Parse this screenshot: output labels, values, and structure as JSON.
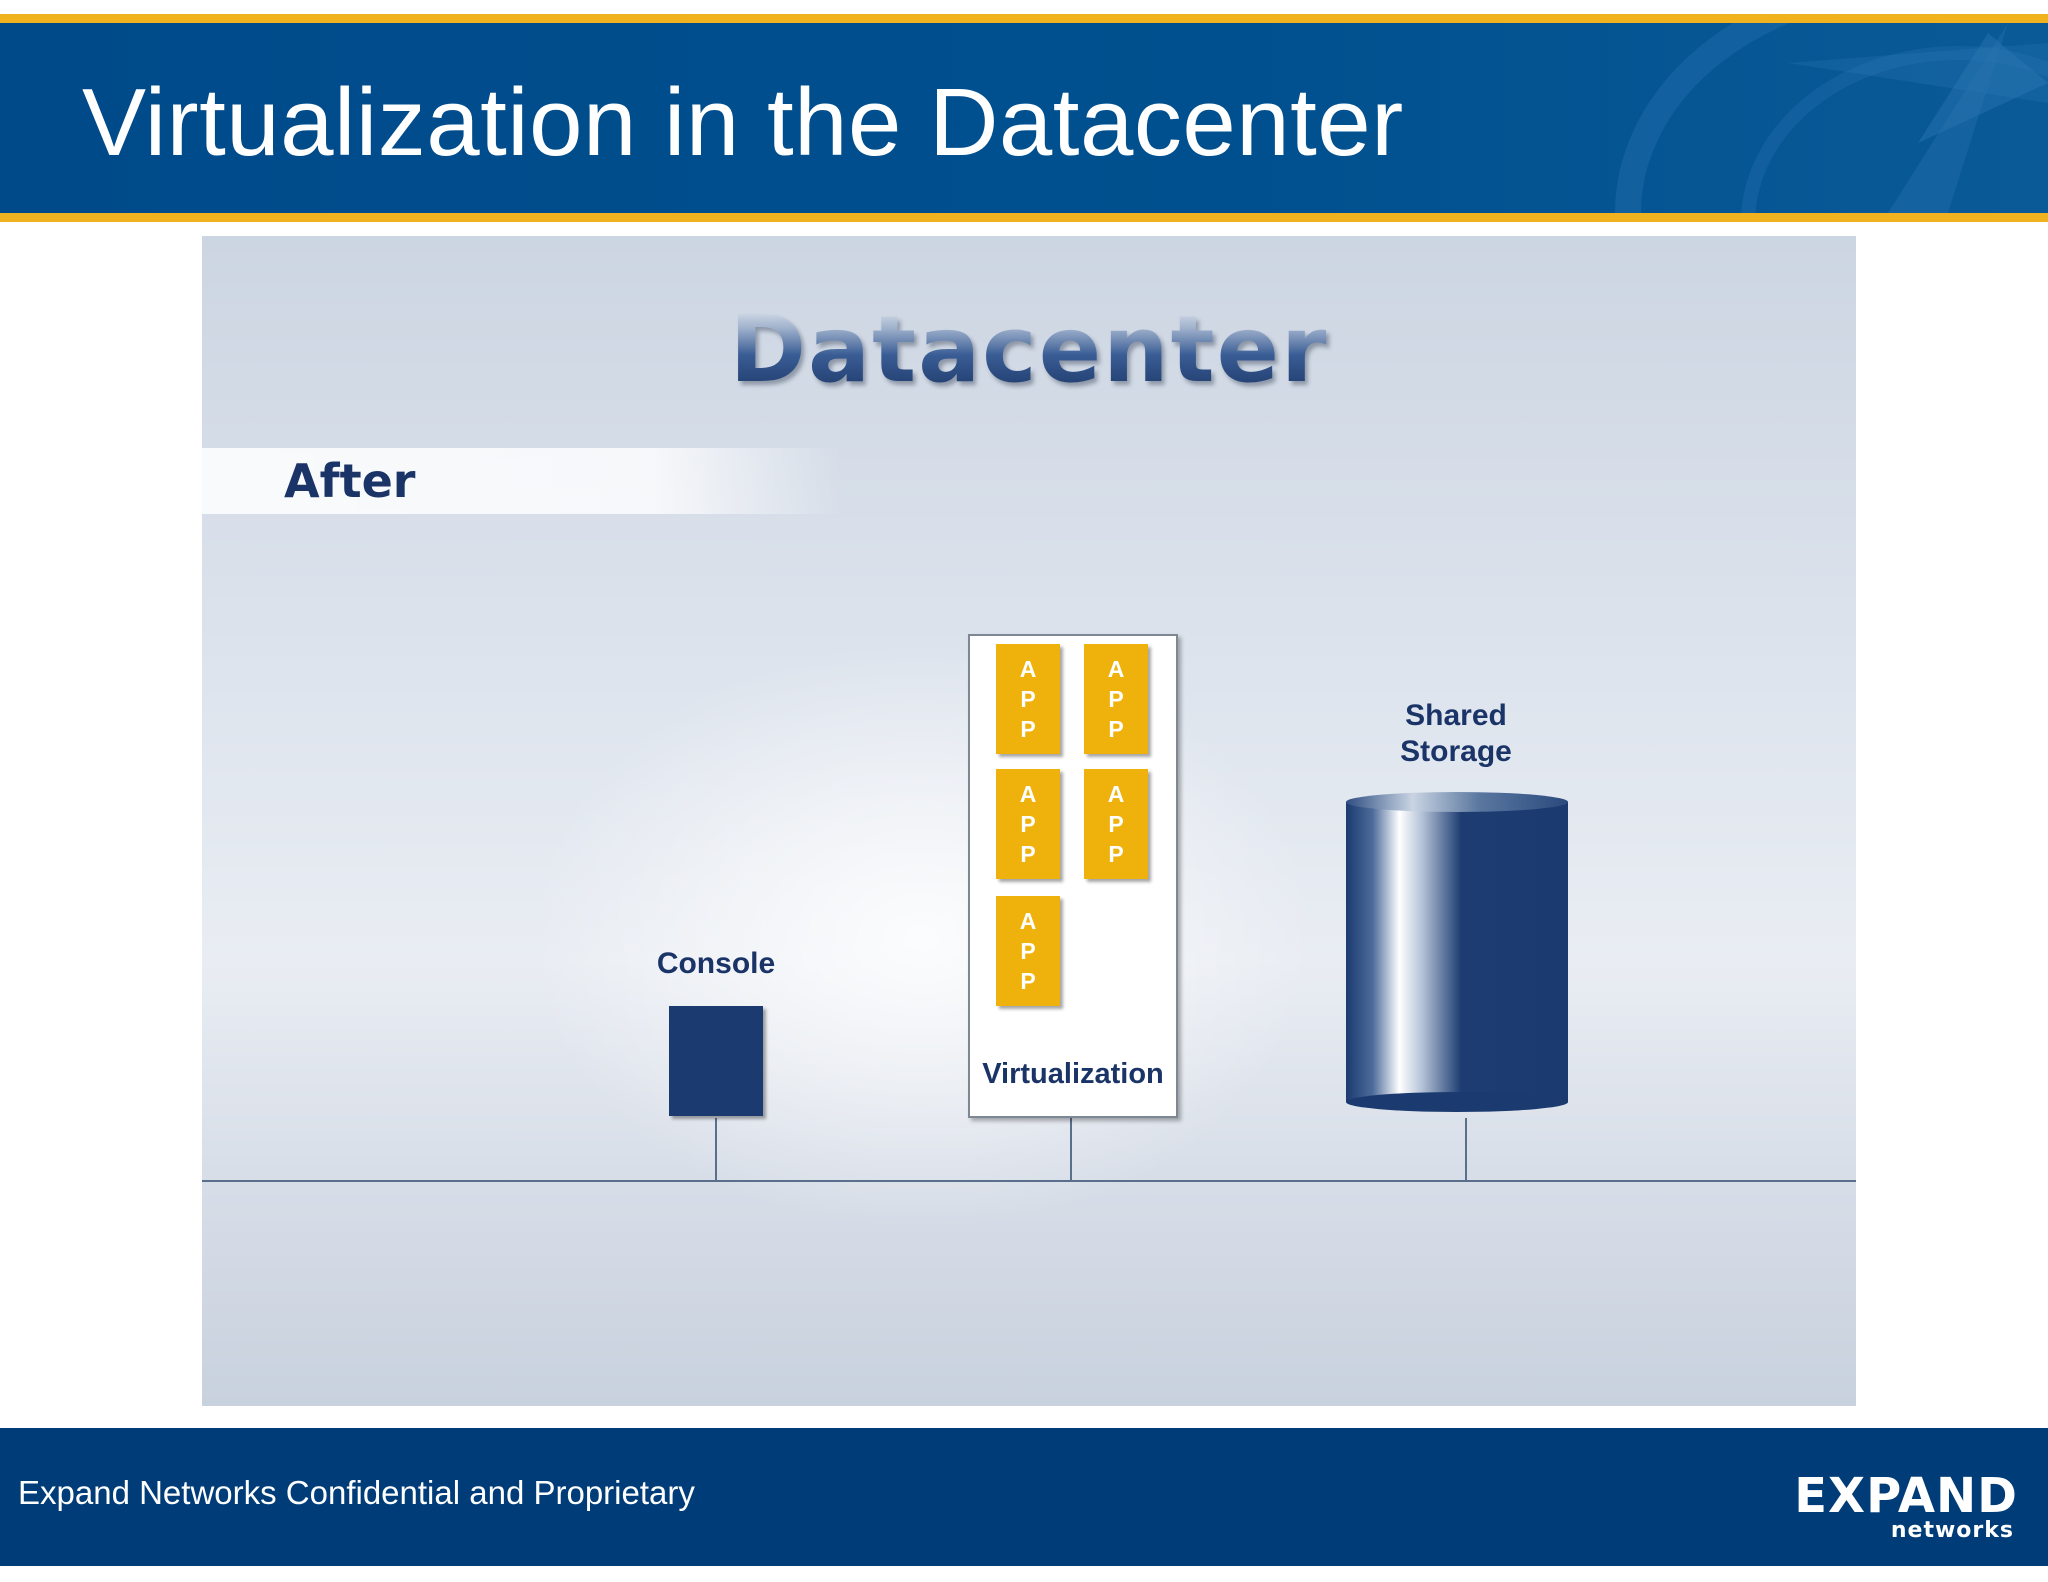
{
  "slide": {
    "title": "Virtualization in the Datacenter",
    "footer_text": "Expand Networks Confidential and Proprietary",
    "logo": {
      "word": "EXPAND",
      "sub": "networks"
    }
  },
  "diagram": {
    "heading": "Datacenter",
    "state_label": "After",
    "nodes": {
      "console": "Console",
      "virtualization": "Virtualization",
      "storage_line1": "Shared",
      "storage_line2": "Storage"
    },
    "app_block_letters": [
      "A",
      "P",
      "P"
    ],
    "app_block_count": 5
  },
  "colors": {
    "header_blue": "#004a8a",
    "accent_gold": "#f0b21e",
    "footer_blue": "#003c78",
    "app_orange": "#efb10c",
    "navy": "#1a3a70"
  }
}
